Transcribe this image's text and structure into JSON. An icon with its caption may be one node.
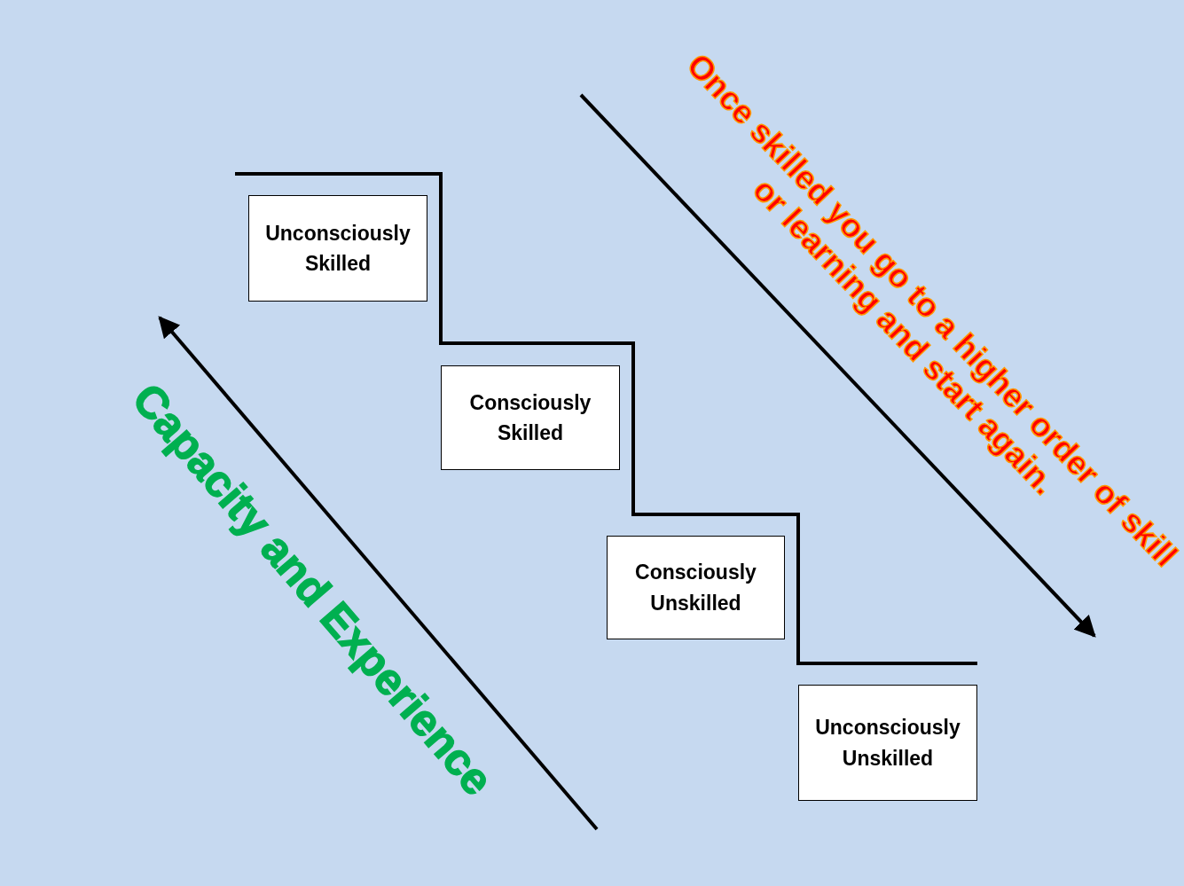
{
  "diagram": {
    "nodes": [
      {
        "text": [
          "Unconsciously Skilled"
        ]
      },
      {
        "text": [
          "Consciously Skilled"
        ]
      },
      {
        "text": [
          "Consciously Unskilled"
        ]
      },
      {
        "text": [
          "Unconsciously Unskilled"
        ]
      }
    ],
    "edges": [],
    "labels": [
      "Capacity and Experience",
      "Once skilled you go to a higher order of skill or learning and start again."
    ]
  }
}
